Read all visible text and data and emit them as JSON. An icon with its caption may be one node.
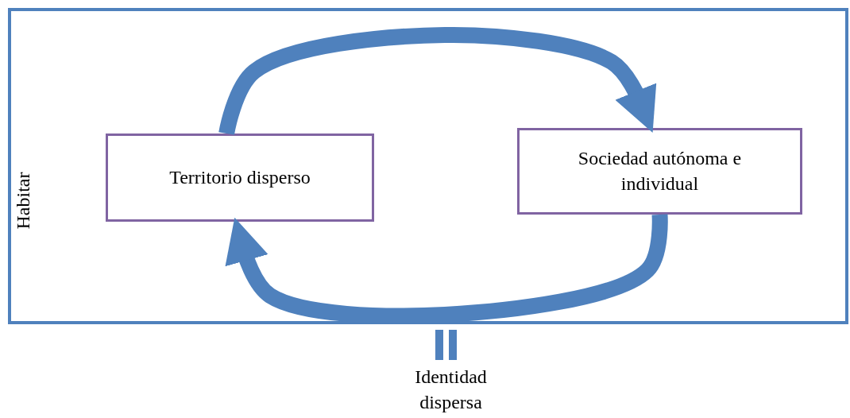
{
  "diagram": {
    "nodes": [
      {
        "text": [
          "Habitar"
        ]
      },
      {
        "text": [
          "Territorio disperso"
        ],
        "in": 0
      },
      {
        "text": [
          "Sociedad autónoma e individual"
        ],
        "in": 0
      },
      {
        "text": [
          "Identidad dispersa"
        ]
      }
    ],
    "edges": [
      {
        "from": 1,
        "to": 2,
        "arrow": "to"
      },
      {
        "from": 2,
        "to": 1,
        "arrow": "to"
      }
    ]
  }
}
